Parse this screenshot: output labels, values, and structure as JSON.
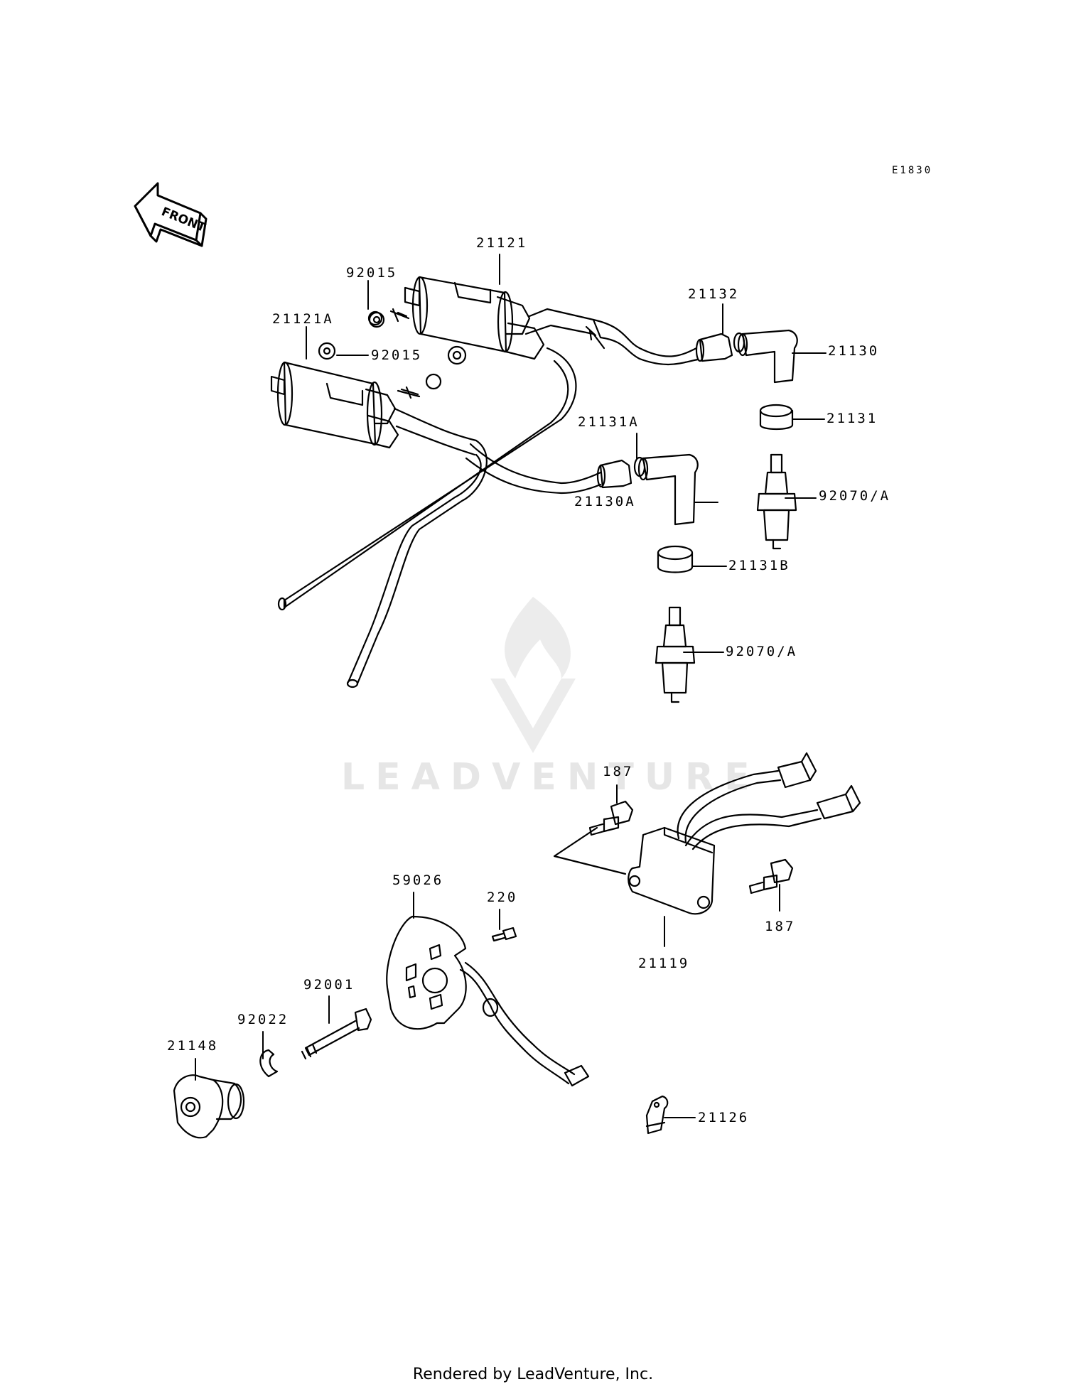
{
  "diagram_code": "E1830",
  "front_label": "FRONT",
  "watermark": {
    "brand": "LEADVENTURE"
  },
  "footer": "Rendered by LeadVenture, Inc.",
  "parts": {
    "p21121": "21121",
    "p92015_top": "92015",
    "p21121A": "21121A",
    "p92015_mid": "92015",
    "p21132": "21132",
    "p21130": "21130",
    "p21131": "21131",
    "p21131A": "21131A",
    "p21130A": "21130A",
    "p92070A_right": "92070/A",
    "p21131B": "21131B",
    "p92070A_lower": "92070/A",
    "p187_top": "187",
    "p187_right": "187",
    "p21119": "21119",
    "p59026": "59026",
    "p220": "220",
    "p92001": "92001",
    "p92022": "92022",
    "p21148": "21148",
    "p21126": "21126"
  }
}
